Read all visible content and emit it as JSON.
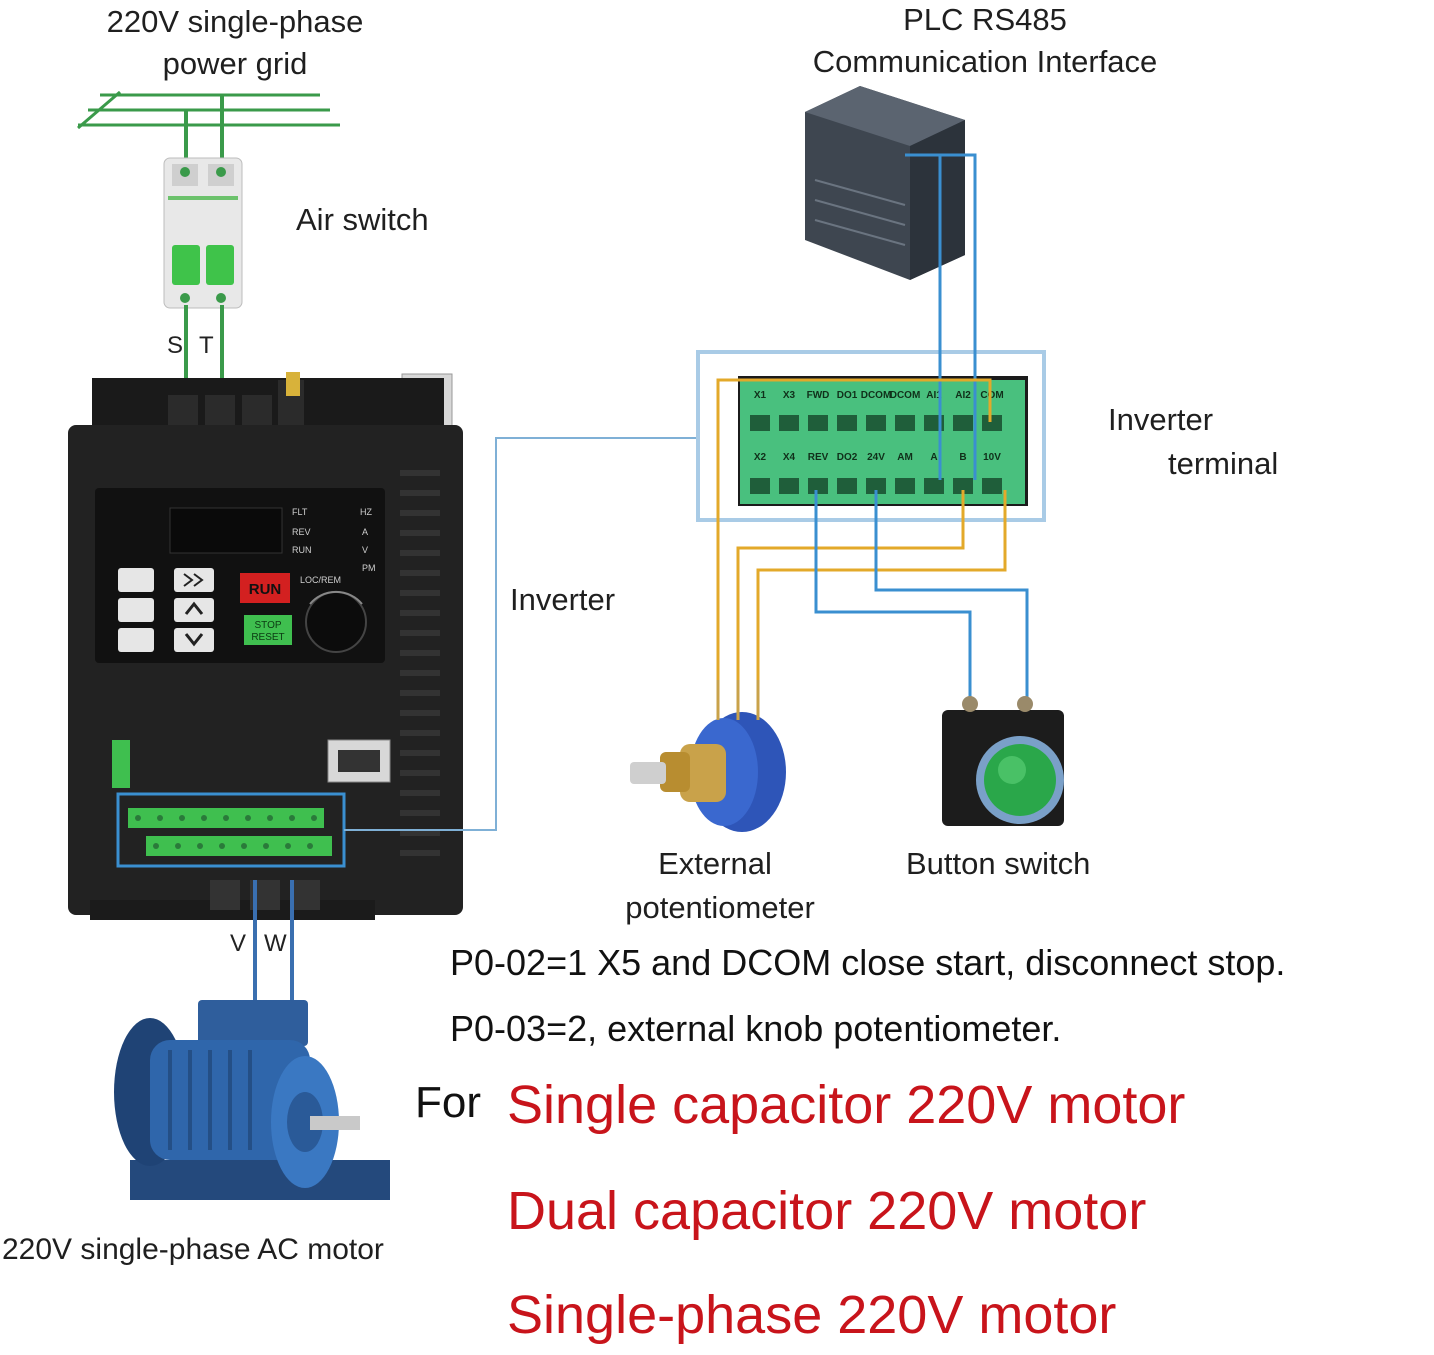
{
  "labels": {
    "power_grid_line1": "220V single-phase",
    "power_grid_line2": "power grid",
    "plc_line1": "PLC RS485",
    "plc_line2": "Communication Interface",
    "air_switch": "Air switch",
    "inverter": "Inverter",
    "inverter_terminal_line1": "Inverter",
    "inverter_terminal_line2": "terminal",
    "potentiometer_line1": "External",
    "potentiometer_line2": "potentiometer",
    "button_switch": "Button switch",
    "motor": "220V single-phase  AC motor",
    "input_s": "S",
    "input_t": "T",
    "output_v": "V",
    "output_w": "W"
  },
  "panel": {
    "run": "RUN",
    "stop_line1": "STOP",
    "stop_line2": "RESET",
    "loc_rem": "LOC/REM",
    "flt": "FLT",
    "rev": "REV",
    "run_led": "RUN",
    "hz": "HZ",
    "a": "A",
    "v": "V",
    "pm": "PM"
  },
  "terminals": {
    "top_row": [
      "X1",
      "X3",
      "FWD",
      "DO1",
      "DCOM",
      "DCOM",
      "AI1",
      "AI2",
      "COM"
    ],
    "bottom_row": [
      "X2",
      "X4",
      "REV",
      "DO2",
      "24V",
      "AM",
      "A",
      "B",
      "10V"
    ]
  },
  "params": {
    "p0_02": "P0-02=1 X5 and DCOM close start, disconnect stop.",
    "p0_03": "P0-03=2, external knob potentiometer."
  },
  "applicable": {
    "prefix": "For",
    "items": [
      "Single capacitor 220V motor",
      "Dual capacitor 220V motor",
      "Single-phase 220V motor"
    ]
  },
  "colors": {
    "grid_wire": "#3a9a4a",
    "signal_wire": "#3a8fd0",
    "analog_wire": "#e3a92a",
    "terminal_green": "#49c07e",
    "red_text": "#c8141b"
  }
}
